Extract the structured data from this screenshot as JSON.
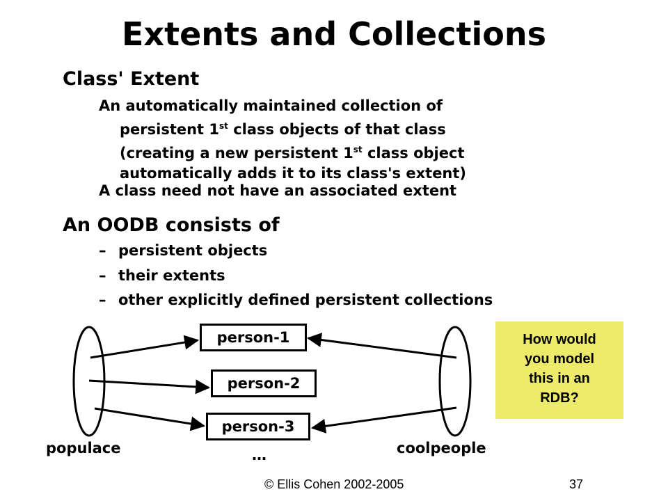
{
  "slide": {
    "title": "Extents and Collections",
    "section1": {
      "heading": "Class' Extent",
      "para1": {
        "line1": "An automatically maintained collection of",
        "line2_a": "persistent 1",
        "line2_sup": "st",
        "line2_b": " class objects of that class",
        "line3_a": "(creating a new persistent 1",
        "line3_sup": "st",
        "line3_b": " class object",
        "line4": "automatically adds it to its class's extent)"
      },
      "para2": "A class need not have an associated extent"
    },
    "section2": {
      "heading": "An OODB consists of",
      "dash": "–",
      "bullets": [
        "persistent objects",
        "their extents",
        "other explicitly defined persistent collections"
      ]
    },
    "diagram": {
      "objects": [
        "person-1",
        "person-2",
        "person-3"
      ],
      "ellipsis": "…",
      "left_collection": "populace",
      "right_collection": "coolpeople"
    },
    "note": {
      "lines": [
        "How would",
        "you model",
        "this in an",
        "RDB?"
      ],
      "color": "#eeea6a"
    },
    "footer": "© Ellis Cohen 2002-2005",
    "page_number": "37"
  }
}
